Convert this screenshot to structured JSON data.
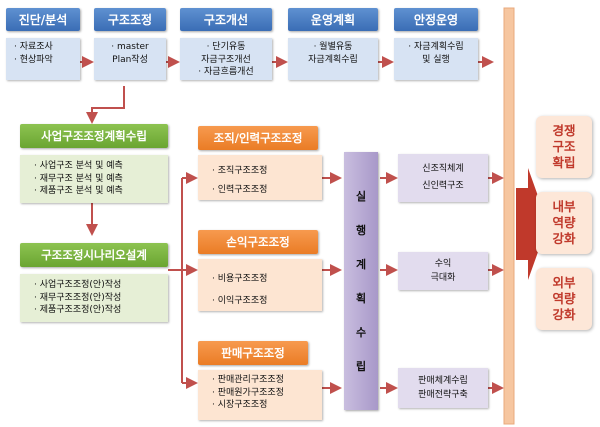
{
  "top_steps": [
    {
      "title": "진단/분석",
      "items": [
        "· 자료조사",
        "· 현상파악"
      ]
    },
    {
      "title": "구조조정",
      "items": [
        "· master",
        "Plan작성"
      ]
    },
    {
      "title": "구조개선",
      "items": [
        "· 단기유동",
        "자금구조개선",
        "· 자금흐름개선"
      ]
    },
    {
      "title": "운영계획",
      "items": [
        "· 월별유동",
        "자금계획수립"
      ]
    },
    {
      "title": "안정운영",
      "items": [
        "· 자금계획수립",
        "및 실행"
      ]
    }
  ],
  "left_blocks": [
    {
      "title": "사업구조조정계획수립",
      "items": [
        "· 사업구조 분석 및 예측",
        "· 재무구조 분석 및 예측",
        "· 제품구조 분석 및 예측"
      ]
    },
    {
      "title": "구조조정시나리오설계",
      "items": [
        "· 사업구조조정(안)작성",
        "· 재무구조조정(안)작성",
        "· 제품구조조정(안)작성"
      ]
    }
  ],
  "mid_blocks": [
    {
      "title": "조직/인력구조조정",
      "items": [
        "· 조직구조조정",
        "· 인력구조조정"
      ]
    },
    {
      "title": "손익구조조정",
      "items": [
        "· 비용구조조정",
        "· 이익구조조정"
      ]
    },
    {
      "title": "판매구조조정",
      "items": [
        "· 판매관리구조조정",
        "· 판매원가구조조정",
        "· 시장구조조정"
      ]
    }
  ],
  "execution_bar": [
    "실",
    "행",
    "계",
    "획",
    "수",
    "립"
  ],
  "results": [
    {
      "lines": [
        "신조직체계",
        "신인력구조"
      ]
    },
    {
      "lines": [
        "수익",
        "극대화"
      ]
    },
    {
      "lines": [
        "판매체계수립",
        "판매전략구축"
      ]
    }
  ],
  "outcomes": [
    {
      "lines": [
        "경쟁",
        "구조",
        "확립"
      ]
    },
    {
      "lines": [
        "내부",
        "역량",
        "강화"
      ]
    },
    {
      "lines": [
        "외부",
        "역량",
        "강화"
      ]
    }
  ],
  "colors": {
    "blue": "#4a7cc0",
    "green": "#77b13c",
    "orange": "#f08a3a",
    "purple": "#b4a7d6",
    "arrow_red": "#c0504d",
    "outcome_text": "#c0392b"
  }
}
